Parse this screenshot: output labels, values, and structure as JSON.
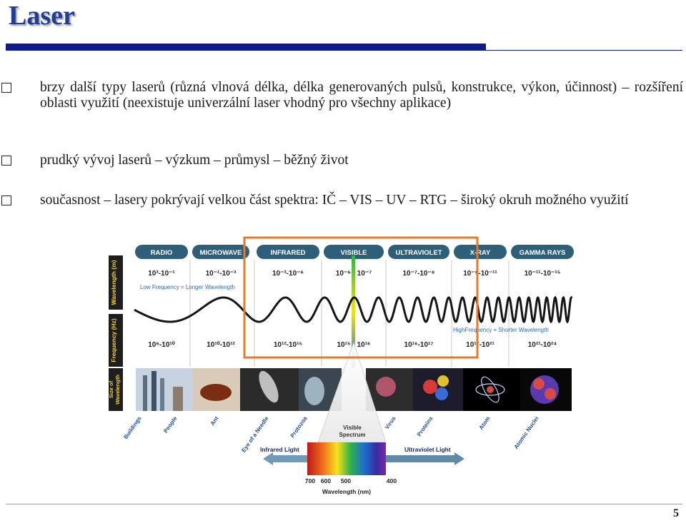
{
  "title": "Laser",
  "bullets": [
    "brzy další typy laserů (různá vlnová délka, délka generovaných pulsů, konstrukce, výkon, účinnost) – rozšíření oblasti využití (neexistuje univerzální laser vhodný pro všechny aplikace)",
    "prudký vývoj laserů – výzkum – průmysl – běžný život",
    "současnost – lasery pokrývají velkou část spektra: IČ – VIS – UV – RTG – široký okruh možného využití"
  ],
  "spectrum": {
    "bands": [
      "RADIO",
      "MICROWAVE",
      "INFRARED",
      "VISIBLE",
      "ULTRAVIOLET",
      "X-RAY",
      "GAMMA RAYS"
    ],
    "wavelengths": [
      "10³-10⁻¹",
      "10⁻¹-10⁻³",
      "10⁻³-10⁻⁶",
      "10⁻⁶ - 10⁻⁷",
      "10⁻⁷-10⁻⁸",
      "10⁻⁸-10⁻¹¹",
      "10⁻¹¹-10⁻¹⁵"
    ],
    "frequencies": [
      "10⁶-10¹⁰",
      "10¹⁰-10¹²",
      "10¹²-10¹⁵",
      "10¹⁵ - 10¹⁶",
      "10¹⁶-10¹⁷",
      "10¹⁷-10²¹",
      "10²¹-10²⁴"
    ],
    "side_labels": [
      "Wavelength (m)",
      "Frequency (Hz)",
      "Size of Wavelength"
    ],
    "low_freq_label": "Low Frequency = Longer Wavelength",
    "high_freq_label": "HighFrequency = Shorter Wavelength",
    "size_objects": [
      "Buildings",
      "People",
      "Ant",
      "Eye of a Needle",
      "Protozoa",
      "Virus",
      "Proteins",
      "Atom",
      "Atomic Nuclei"
    ],
    "visible_spectrum_label": "Visible Spectrum",
    "infrared_light": "Infrared Light",
    "ultraviolet_light": "Ultraviolet Light",
    "nm_ticks": [
      "700",
      "600",
      "500",
      "400"
    ],
    "nm_axis_label": "Wavelength (nm)"
  },
  "colors": {
    "title": "#1f3d99",
    "rule": "#0d1e8c",
    "band_header": "#2d5f7a",
    "highlight_box": "#e8782a"
  },
  "page_number": "5"
}
